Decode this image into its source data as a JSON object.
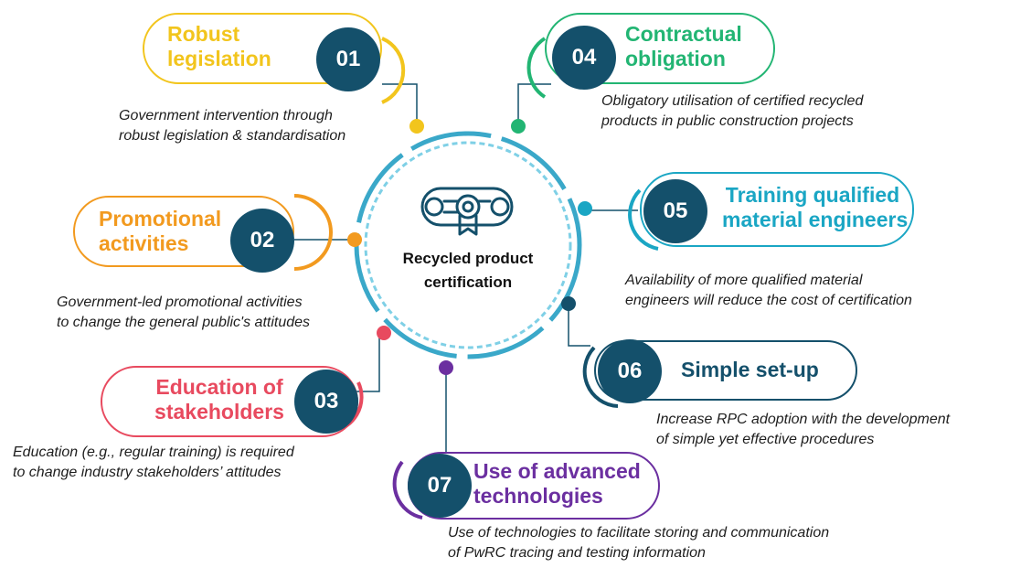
{
  "center": {
    "title_line1": "Recycled product",
    "title_line2": "certification",
    "icon": "certificate-scroll-icon"
  },
  "colors": {
    "number_circle": "#14506b",
    "ring": "#3aa8c9",
    "c01": "#f2c51d",
    "c02": "#f29a1f",
    "c03": "#e84a5f",
    "c04": "#22b573",
    "c05": "#1aa6c4",
    "c06": "#14506b",
    "c07": "#6b2fa0"
  },
  "items": [
    {
      "number": "01",
      "title_line1": "Robust",
      "title_line2": "legislation",
      "desc_line1": "Government intervention through",
      "desc_line2": "robust legislation & standardisation"
    },
    {
      "number": "02",
      "title_line1": "Promotional",
      "title_line2": "activities",
      "desc_line1": "Government-led promotional activities",
      "desc_line2": "to change the general public's attitudes"
    },
    {
      "number": "03",
      "title_line1": "Education of",
      "title_line2": "stakeholders",
      "desc_line1": "Education (e.g., regular training) is required",
      "desc_line2": "to change industry stakeholders’ attitudes"
    },
    {
      "number": "04",
      "title_line1": "Contractual",
      "title_line2": "obligation",
      "desc_line1": "Obligatory utilisation of certified recycled",
      "desc_line2": "products in public construction projects"
    },
    {
      "number": "05",
      "title_line1": "Training qualified",
      "title_line2": "material engineers",
      "desc_line1": "Availability of more qualified material",
      "desc_line2": "engineers will reduce the cost of certification"
    },
    {
      "number": "06",
      "title_line1": "Simple set-up",
      "desc_line1": "Increase RPC adoption with the development",
      "desc_line2": "of simple yet effective procedures"
    },
    {
      "number": "07",
      "title_line1": "Use of advanced",
      "title_line2": "technologies",
      "desc_line1": "Use of technologies to facilitate storing and communication",
      "desc_line2": "of PwRC tracing and testing information"
    }
  ]
}
